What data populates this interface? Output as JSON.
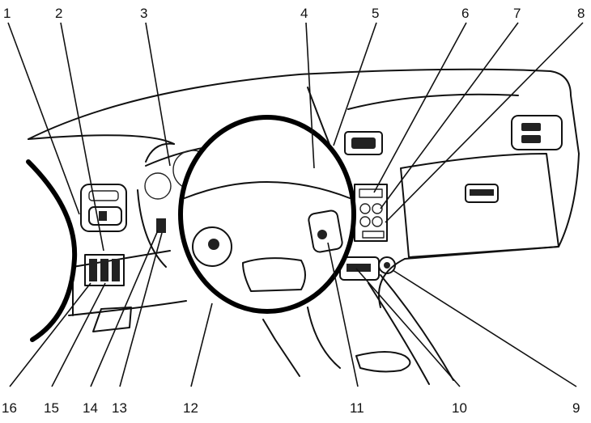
{
  "callouts": {
    "top": [
      "1",
      "2",
      "3",
      "4",
      "5",
      "6",
      "7",
      "8"
    ],
    "bottom": [
      "16",
      "15",
      "14",
      "13",
      "12",
      "11",
      "10",
      "9"
    ]
  },
  "icons": {
    "diagram": "car-dashboard-line-drawing"
  },
  "colors": {
    "line": "#111111",
    "background": "#ffffff"
  }
}
